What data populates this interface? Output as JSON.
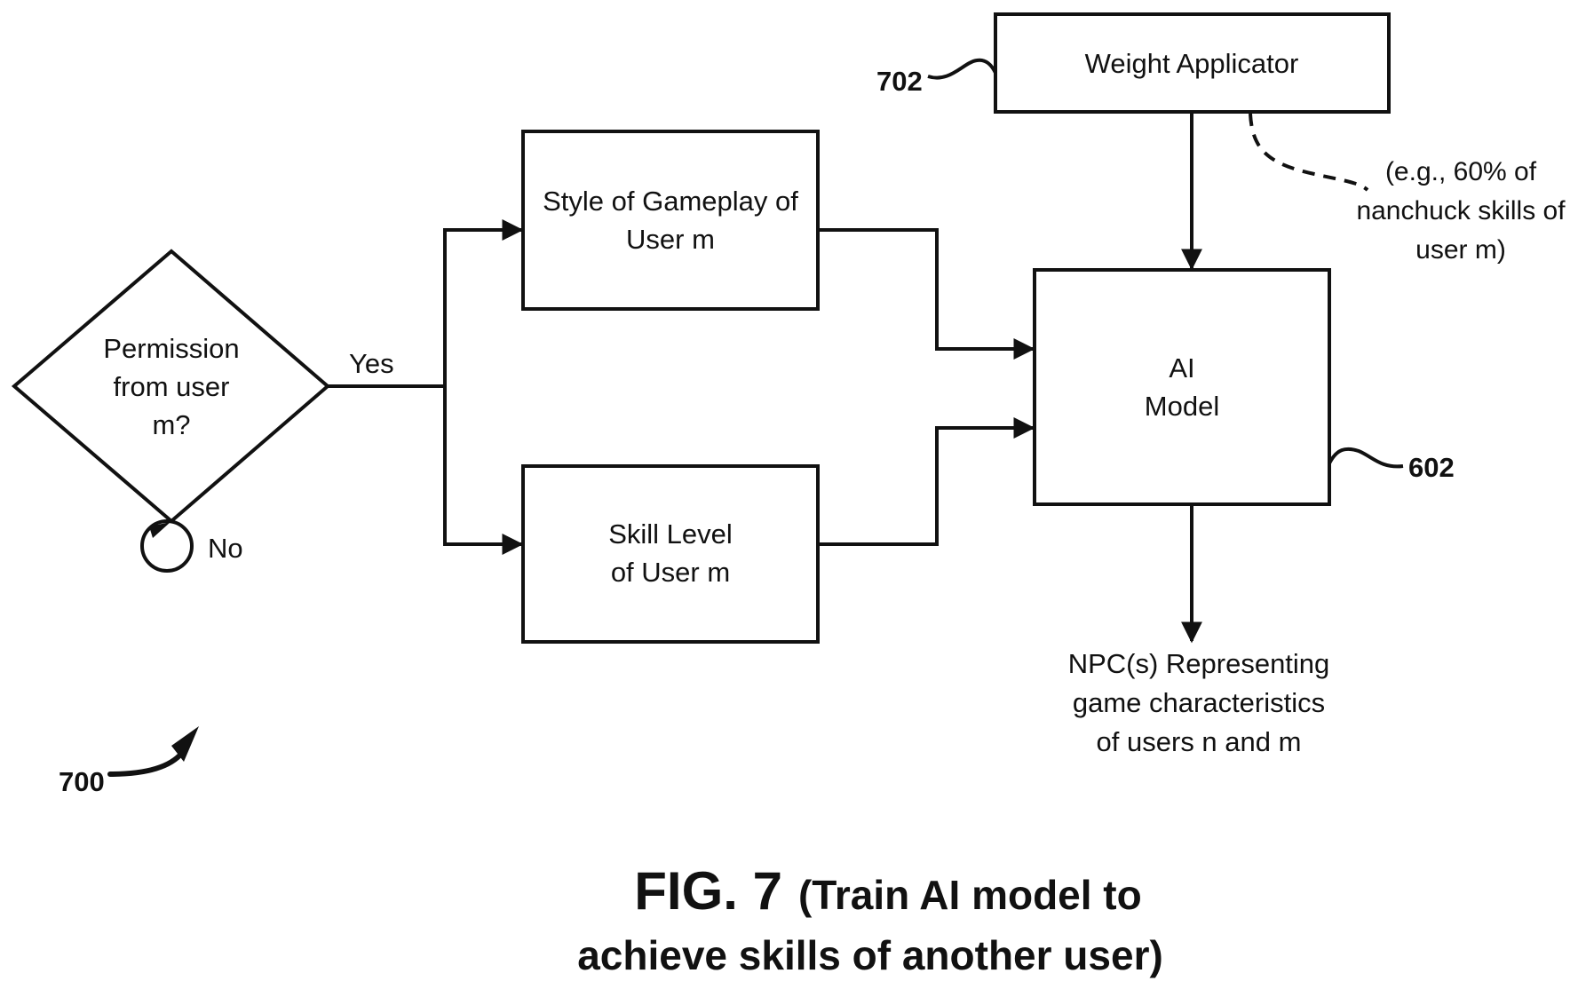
{
  "figure": {
    "number_label": "FIG. 7",
    "caption_line1": "(Train AI model to",
    "caption_line2": "achieve skills of another user)"
  },
  "decision": {
    "lines": [
      "Permission",
      "from user",
      "m?"
    ],
    "yes_label": "Yes",
    "no_label": "No"
  },
  "nodes": {
    "style_of_gameplay": {
      "lines": [
        "Style of Gameplay of",
        "User m"
      ]
    },
    "skill_level": {
      "lines": [
        "Skill Level",
        "of User m"
      ]
    },
    "weight_applicator": {
      "lines": [
        "Weight Applicator"
      ],
      "ref": "702"
    },
    "ai_model": {
      "lines": [
        "AI",
        "Model"
      ],
      "ref": "602"
    },
    "output": {
      "lines": [
        "NPC(s) Representing",
        "game characteristics",
        "of users n and m"
      ]
    }
  },
  "annotation": {
    "lines": [
      "(e.g., 60% of",
      "nanchuck skills of",
      "user m)"
    ]
  },
  "diagram_ref": "700",
  "edges": [
    {
      "from": "decision",
      "to": "style_of_gameplay",
      "label": "Yes"
    },
    {
      "from": "decision",
      "to": "skill_level",
      "label": "Yes"
    },
    {
      "from": "decision",
      "to": "decision",
      "label": "No"
    },
    {
      "from": "style_of_gameplay",
      "to": "ai_model"
    },
    {
      "from": "skill_level",
      "to": "ai_model"
    },
    {
      "from": "weight_applicator",
      "to": "ai_model"
    },
    {
      "from": "ai_model",
      "to": "output"
    }
  ]
}
